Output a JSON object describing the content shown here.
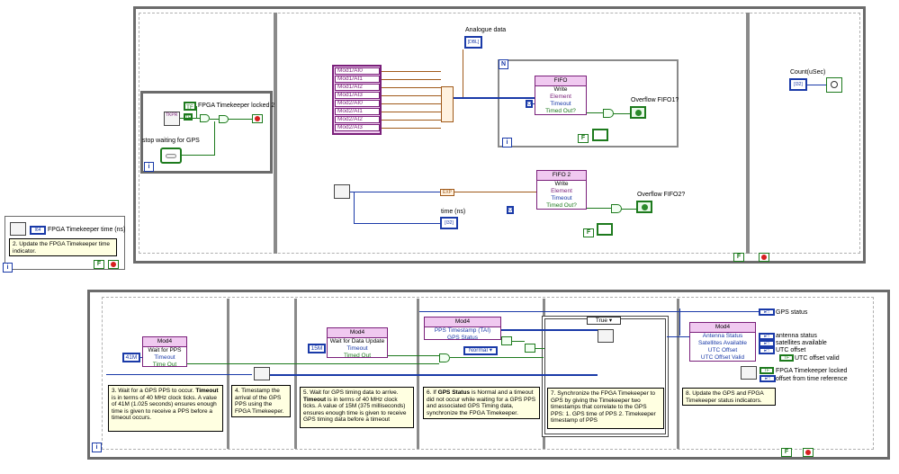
{
  "loop1": {
    "labels": {
      "fpga_locked": "FPGA Timekeeper locked 2",
      "stop_waiting": "stop waiting for GPS",
      "analogue": "Analogue data",
      "n": "N",
      "fifo": "FIFO",
      "fifo2": "FIFO 2",
      "write": "Write",
      "element": "Element",
      "timeout": "Timeout",
      "timed_out": "Timed Out?",
      "overflow1": "Overflow FIFO1?",
      "overflow2": "Overflow FIFO2?",
      "time_ns": "time (ns)",
      "count": "Count(uSec)",
      "ai": [
        "Mod1/AI0",
        "Mod1/AI1",
        "Mod1/AI2",
        "Mod1/AI3",
        "Mod2/AI0",
        "Mod2/AI1",
        "Mod2/AI2",
        "Mod2/AI3"
      ],
      "zero": "0",
      "idx": "i",
      "f": "F",
      "tf": "TF",
      "exp": "EXP",
      "i32": "I32",
      "u32": "U32"
    }
  },
  "side": {
    "title": "FPGA Timekeeper time (ns)",
    "comment": "2. Update the FPGA Timekeeper time indicator.",
    "i64": "I64",
    "tkpr": "TKPR"
  },
  "loop2": {
    "c3": {
      "lead": "3. Wait for a GPS PPS to occur.",
      "bold": "Timeout",
      "rest": " is in terms of 40 MHz clock ticks. A value of 41M (1.025 seconds) ensures enough time is given to receive a PPS before a timeout occurs."
    },
    "c4": "4. Timestamp the arrival of the GPS PPS using the FPGA Timekeeper.",
    "c5": {
      "lead": "5. Wait for GPS timing data to arrive.",
      "bold": "Timeout",
      "rest": " is in terms of 40 MHz clock ticks. A value of 15M (375 milliseconds) ensures enough time is given to receive GPS timing data before a timeout"
    },
    "c6": {
      "lead": "6. If ",
      "bold": "GPS Status",
      "rest": " is Normal and a timeout did not occur while waiting for a GPS PPS and associated GPS Timing data, synchronize the FPGA Timekeeper."
    },
    "c7": "7. Synchronize the FPGA Timekeeper to GPS by giving the Timekeeper two timestamps that correlate to the GPS PPS: 1. GPS time of PPS 2. Timekeeper timestamp of PPS",
    "c8": "8. Update the GPS and FPGA Timekeeper status indicators.",
    "mod4": "Mod4",
    "wait_pps": "Wait for PPS",
    "timeout": "Timeout",
    "time_out": "Time Out",
    "wait_data": "Wait for Data Update",
    "timed_out": "Timed Out",
    "pps_ts": "PPS Timestamp (TAI)",
    "gps_status": "GPS Status",
    "normal": "Normal",
    "true_case": "True",
    "const_41m": "41M",
    "const_15m": "15M",
    "status_rows": [
      "Antenna Status",
      "Satellites Available",
      "UTC Offset",
      "UTC Offset Valid"
    ],
    "out_labels": [
      "antenna status",
      "satellites available",
      "UTC offset",
      "UTC offset valid"
    ],
    "gps_status_out": "GPS status",
    "tk_locked": "FPGA Timekeeper locked",
    "offset_ref": "offset from time reference"
  }
}
